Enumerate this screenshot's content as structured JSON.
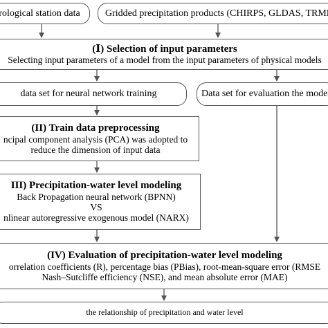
{
  "sources": {
    "station": "rological station data",
    "gridded": "Gridded precipitation products (CHIRPS, GLDAS, TRMM"
  },
  "step1": {
    "title": "(Ⅰ) Selection of input parameters",
    "desc": "Selecting input parameters of a model from the  input parameters of physical models"
  },
  "datasets": {
    "training": "data set for neural network training",
    "evaluation": "Data set for evaluation the models"
  },
  "step2": {
    "title": "(II) Train data preprocessing",
    "line1": "ncipal component analysis (PCA) was adopted to",
    "line2": "reduce the dimension of input data"
  },
  "step3": {
    "title": "III) Precipitation-water level modeling",
    "line1": "Back Propagation neural network (BPNN)",
    "line2": "VS",
    "line3": "nlinear autoregressive exogenous model (NARX)"
  },
  "step4": {
    "title": "(IV) Evaluation of precipitation-water level modeling",
    "line1": "orrelation coefficients (R), percentage bias (PBias), root-mean-square error (RMSE",
    "line2": "Nash–Sutcliffe efficiency (NSE), and mean absolute error (MAE)"
  },
  "result": {
    "text": "the relationship of precipitation and water level"
  }
}
